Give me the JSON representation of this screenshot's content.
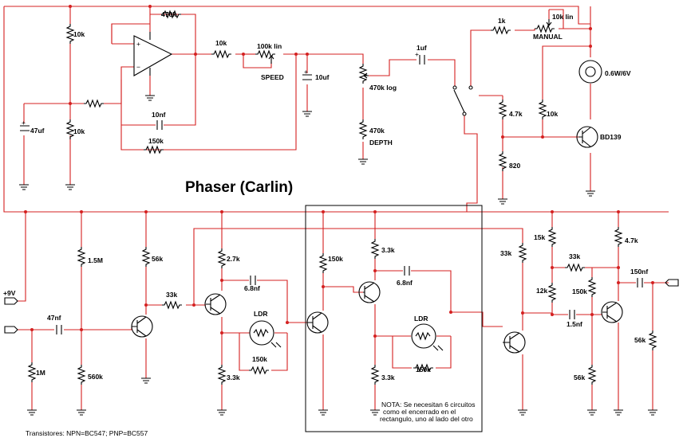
{
  "title": "Phaser (Carlin)",
  "labels": {
    "r_10k_top": "10k",
    "r_10k_bottom": "10k",
    "c_47uf": "47uf",
    "r_470k_feedback": "470k",
    "r_10k_out": "10k",
    "pot_speed_value": "100k lin",
    "pot_speed_name": "SPEED",
    "c_10nf": "10nf",
    "r_150k_top": "150k",
    "c_10uf": "10uf",
    "pot_depth_value": "470k log",
    "r_470k_depth": "470k",
    "depth_name": "DEPTH",
    "c_1uf": "1uf",
    "r_1k": "1k",
    "pot_manual_value": "10k lin",
    "manual_name": "MANUAL",
    "lamp": "0.6W/6V",
    "r_4k7_lamp": "4.7k",
    "r_10k_base": "10k",
    "r_820": "820",
    "q_bd139": "BD139",
    "supply": "+9V",
    "c_47nf": "47nf",
    "r_1m": "1M",
    "r_1m5": "1.5M",
    "r_560k": "560k",
    "r_56k_a": "56k",
    "r_33k_a": "33k",
    "r_2k7": "2.7k",
    "c_6n8_a": "6.8nf",
    "ldr_a": "LDR",
    "r_150k_a": "150k",
    "r_3k3_a": "3.3k",
    "r_150k_b": "150k",
    "r_3k3_b_top": "3.3k",
    "c_6n8_b": "6.8nf",
    "ldr_b": "LDR",
    "r_150k_c": "150k",
    "r_3k3_b_bottom": "3.3k",
    "r_33k_b": "33k",
    "r_15k": "15k",
    "r_33k_c": "33k",
    "r_4k7_out": "4.7k",
    "c_150nf": "150nf",
    "r_12k": "12k",
    "r_150k_d": "150k",
    "c_1n5": "1.5nf",
    "r_56k_b": "56k",
    "r_56k_c": "56k",
    "note_line1": "NOTA: Se necesitan 6 circuitos",
    "note_line2": "como el encerrado en el",
    "note_line3": "rectangulo, uno al lado del otro",
    "transistors": "Transistores: NPN=BC547; PNP=BC557"
  }
}
